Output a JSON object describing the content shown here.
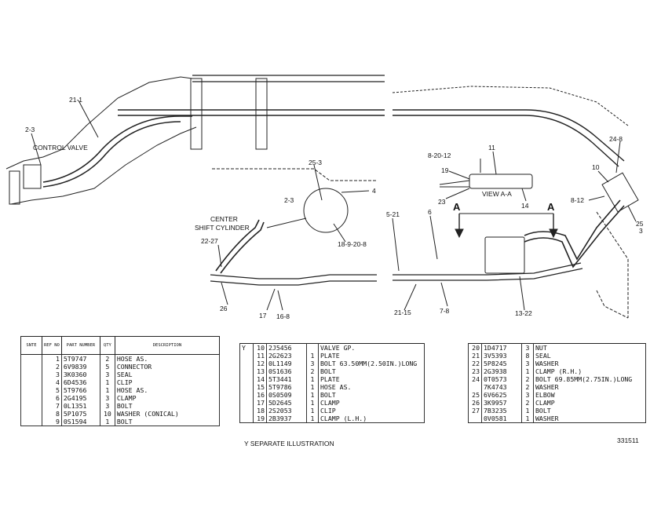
{
  "callouts": {
    "c21_1": "21-1",
    "c2_3a": "2-3",
    "control_valve": "CONTROL VALVE",
    "c25_3": "25-3",
    "c2_3b": "2-3",
    "c4": "4",
    "center": "CENTER",
    "shift_cylinder": "SHIFT CYLINDER",
    "c18": "18-9-20-8",
    "c22_27": "22-27",
    "c26": "26",
    "c17": "17",
    "c16_8": "16-8",
    "c5_21": "5-21",
    "c6": "6",
    "c21_15": "21-15",
    "c7_8": "7-8",
    "c13_22": "13-22",
    "c8_20_12": "8-20-12",
    "c11": "11",
    "c19": "19",
    "view_aa": "VIEW A-A",
    "c23": "23",
    "c14": "14",
    "c24_8": "24-8",
    "c10": "10",
    "c8_12": "8-12",
    "c25": "25",
    "c3": "3",
    "arrow_a1": "A",
    "arrow_a2": "A"
  },
  "table1": {
    "headers": [
      "SNTE",
      "REF NO",
      "PART NUMBER",
      "QTY",
      "DESCRIPTION"
    ],
    "rows": [
      {
        "ref": "1",
        "part": "5T9747",
        "qty": "2",
        "desc": "HOSE AS."
      },
      {
        "ref": "2",
        "part": "6V9839",
        "qty": "5",
        "desc": "CONNECTOR"
      },
      {
        "ref": "3",
        "part": "3K0360",
        "qty": "3",
        "desc": "SEAL"
      },
      {
        "ref": "4",
        "part": "6D4536",
        "qty": "1",
        "desc": "CLIP"
      },
      {
        "ref": "5",
        "part": "5T9766",
        "qty": "1",
        "desc": "HOSE AS."
      },
      {
        "ref": "6",
        "part": "2G4195",
        "qty": "3",
        "desc": "CLAMP"
      },
      {
        "ref": "7",
        "part": "0L1351",
        "qty": "3",
        "desc": "BOLT"
      },
      {
        "ref": "8",
        "part": "5P1075",
        "qty": "10",
        "desc": "WASHER (CONICAL)"
      },
      {
        "ref": "9",
        "part": "0S1594",
        "qty": "1",
        "desc": "BOLT"
      }
    ]
  },
  "table2": {
    "rows": [
      {
        "mark": "Y",
        "ref": "10",
        "part": "2J5456",
        "qty": "",
        "desc": "VALVE GP."
      },
      {
        "mark": "",
        "ref": "11",
        "part": "2G2623",
        "qty": "1",
        "desc": "PLATE"
      },
      {
        "mark": "",
        "ref": "12",
        "part": "0L1149",
        "qty": "3",
        "desc": "BOLT 63.50MM(2.50IN.)LONG"
      },
      {
        "mark": "",
        "ref": "13",
        "part": "0S1636",
        "qty": "2",
        "desc": "BOLT"
      },
      {
        "mark": "",
        "ref": "14",
        "part": "5T3441",
        "qty": "1",
        "desc": "PLATE"
      },
      {
        "mark": "",
        "ref": "15",
        "part": "5T9786",
        "qty": "1",
        "desc": "HOSE AS."
      },
      {
        "mark": "",
        "ref": "16",
        "part": "0S0509",
        "qty": "1",
        "desc": "BOLT"
      },
      {
        "mark": "",
        "ref": "17",
        "part": "5D2645",
        "qty": "1",
        "desc": "CLAMP"
      },
      {
        "mark": "",
        "ref": "18",
        "part": "2S2053",
        "qty": "1",
        "desc": "CLIP"
      },
      {
        "mark": "",
        "ref": "19",
        "part": "2B3937",
        "qty": "1",
        "desc": "CLAMP (L.H.)"
      }
    ]
  },
  "table3": {
    "rows": [
      {
        "ref": "20",
        "part": "1D4717",
        "qty": "3",
        "desc": "NUT"
      },
      {
        "ref": "21",
        "part": "3V5393",
        "qty": "8",
        "desc": "SEAL"
      },
      {
        "ref": "22",
        "part": "5P8245",
        "qty": "3",
        "desc": "WASHER"
      },
      {
        "ref": "23",
        "part": "2G3938",
        "qty": "1",
        "desc": "CLAMP (R.H.)"
      },
      {
        "ref": "24",
        "part": "0T0573",
        "qty": "2",
        "desc": "BOLT 69.85MM(2.75IN.)LONG"
      },
      {
        "ref": "",
        "part": "7K4743",
        "qty": "2",
        "desc": "WASHER"
      },
      {
        "ref": "25",
        "part": "6V6625",
        "qty": "3",
        "desc": "ELBOW"
      },
      {
        "ref": "26",
        "part": "3K9957",
        "qty": "2",
        "desc": "CLAMP"
      },
      {
        "ref": "27",
        "part": "7B3235",
        "qty": "1",
        "desc": "BOLT"
      },
      {
        "ref": "",
        "part": "0V0581",
        "qty": "1",
        "desc": "WASHER"
      }
    ]
  },
  "note": "Y   SEPARATE ILLUSTRATION",
  "doc_number": "331511"
}
